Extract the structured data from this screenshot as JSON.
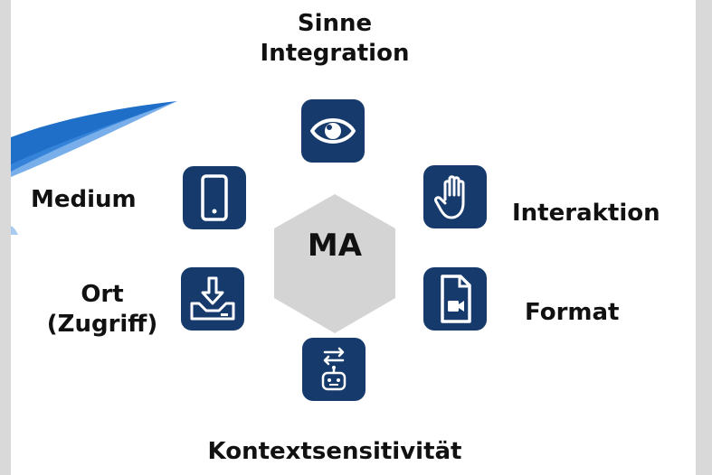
{
  "center": {
    "label": "MA"
  },
  "labels": {
    "top_line1": "Sinne",
    "top_line2": "Integration",
    "medium": "Medium",
    "interaktion": "Interaktion",
    "ort_line1": "Ort",
    "ort_line2": "(Zugriff)",
    "format": "Format",
    "bottom": "Kontextsensitivität"
  },
  "icons": {
    "top": "eye-icon",
    "left_upper": "smartphone-icon",
    "right_upper": "hand-icon",
    "left_lower": "download-tray-icon",
    "right_lower": "video-file-icon",
    "bottom": "robot-exchange-icon"
  },
  "colors": {
    "tile": "#163a6b",
    "hexagon": "#d4d4d4",
    "side_bars": "#d9d9d9",
    "swoosh": "#1f6fc9"
  }
}
